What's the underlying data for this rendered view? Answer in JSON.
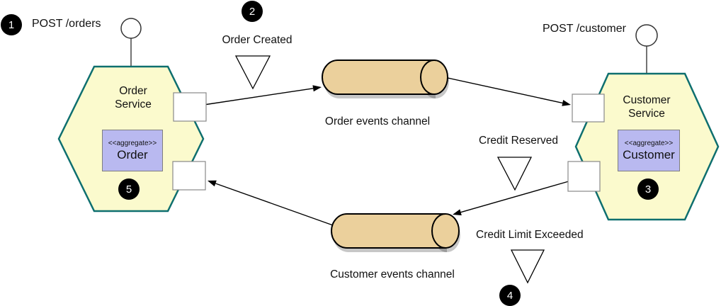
{
  "badges": [
    "1",
    "2",
    "3",
    "4",
    "5"
  ],
  "endpoints": {
    "orders": "POST /orders",
    "customer": "POST /customer"
  },
  "services": {
    "order": {
      "name": "Order\nService",
      "aggregate_stereotype": "<<aggregate>>",
      "aggregate_name": "Order"
    },
    "customer": {
      "name": "Customer\nService",
      "aggregate_stereotype": "<<aggregate>>",
      "aggregate_name": "Customer"
    }
  },
  "channels": {
    "order": "Order events channel",
    "customer": "Customer events channel"
  },
  "events": {
    "order_created": "Order Created",
    "credit_reserved": "Credit Reserved",
    "credit_limit_exceeded": "Credit Limit Exceeded"
  },
  "colors": {
    "hexagon_fill": "#fbfacd",
    "hexagon_border": "#0e6f6f",
    "aggregate_fill": "#b9b9f0",
    "aggregate_border": "#7f7f7f",
    "channel_fill": "#ebd09c",
    "channel_border": "#000000",
    "port_fill": "#ffffff",
    "port_border": "#888888",
    "badge_bg": "#000000",
    "badge_fg": "#ffffff",
    "line": "#000000"
  }
}
